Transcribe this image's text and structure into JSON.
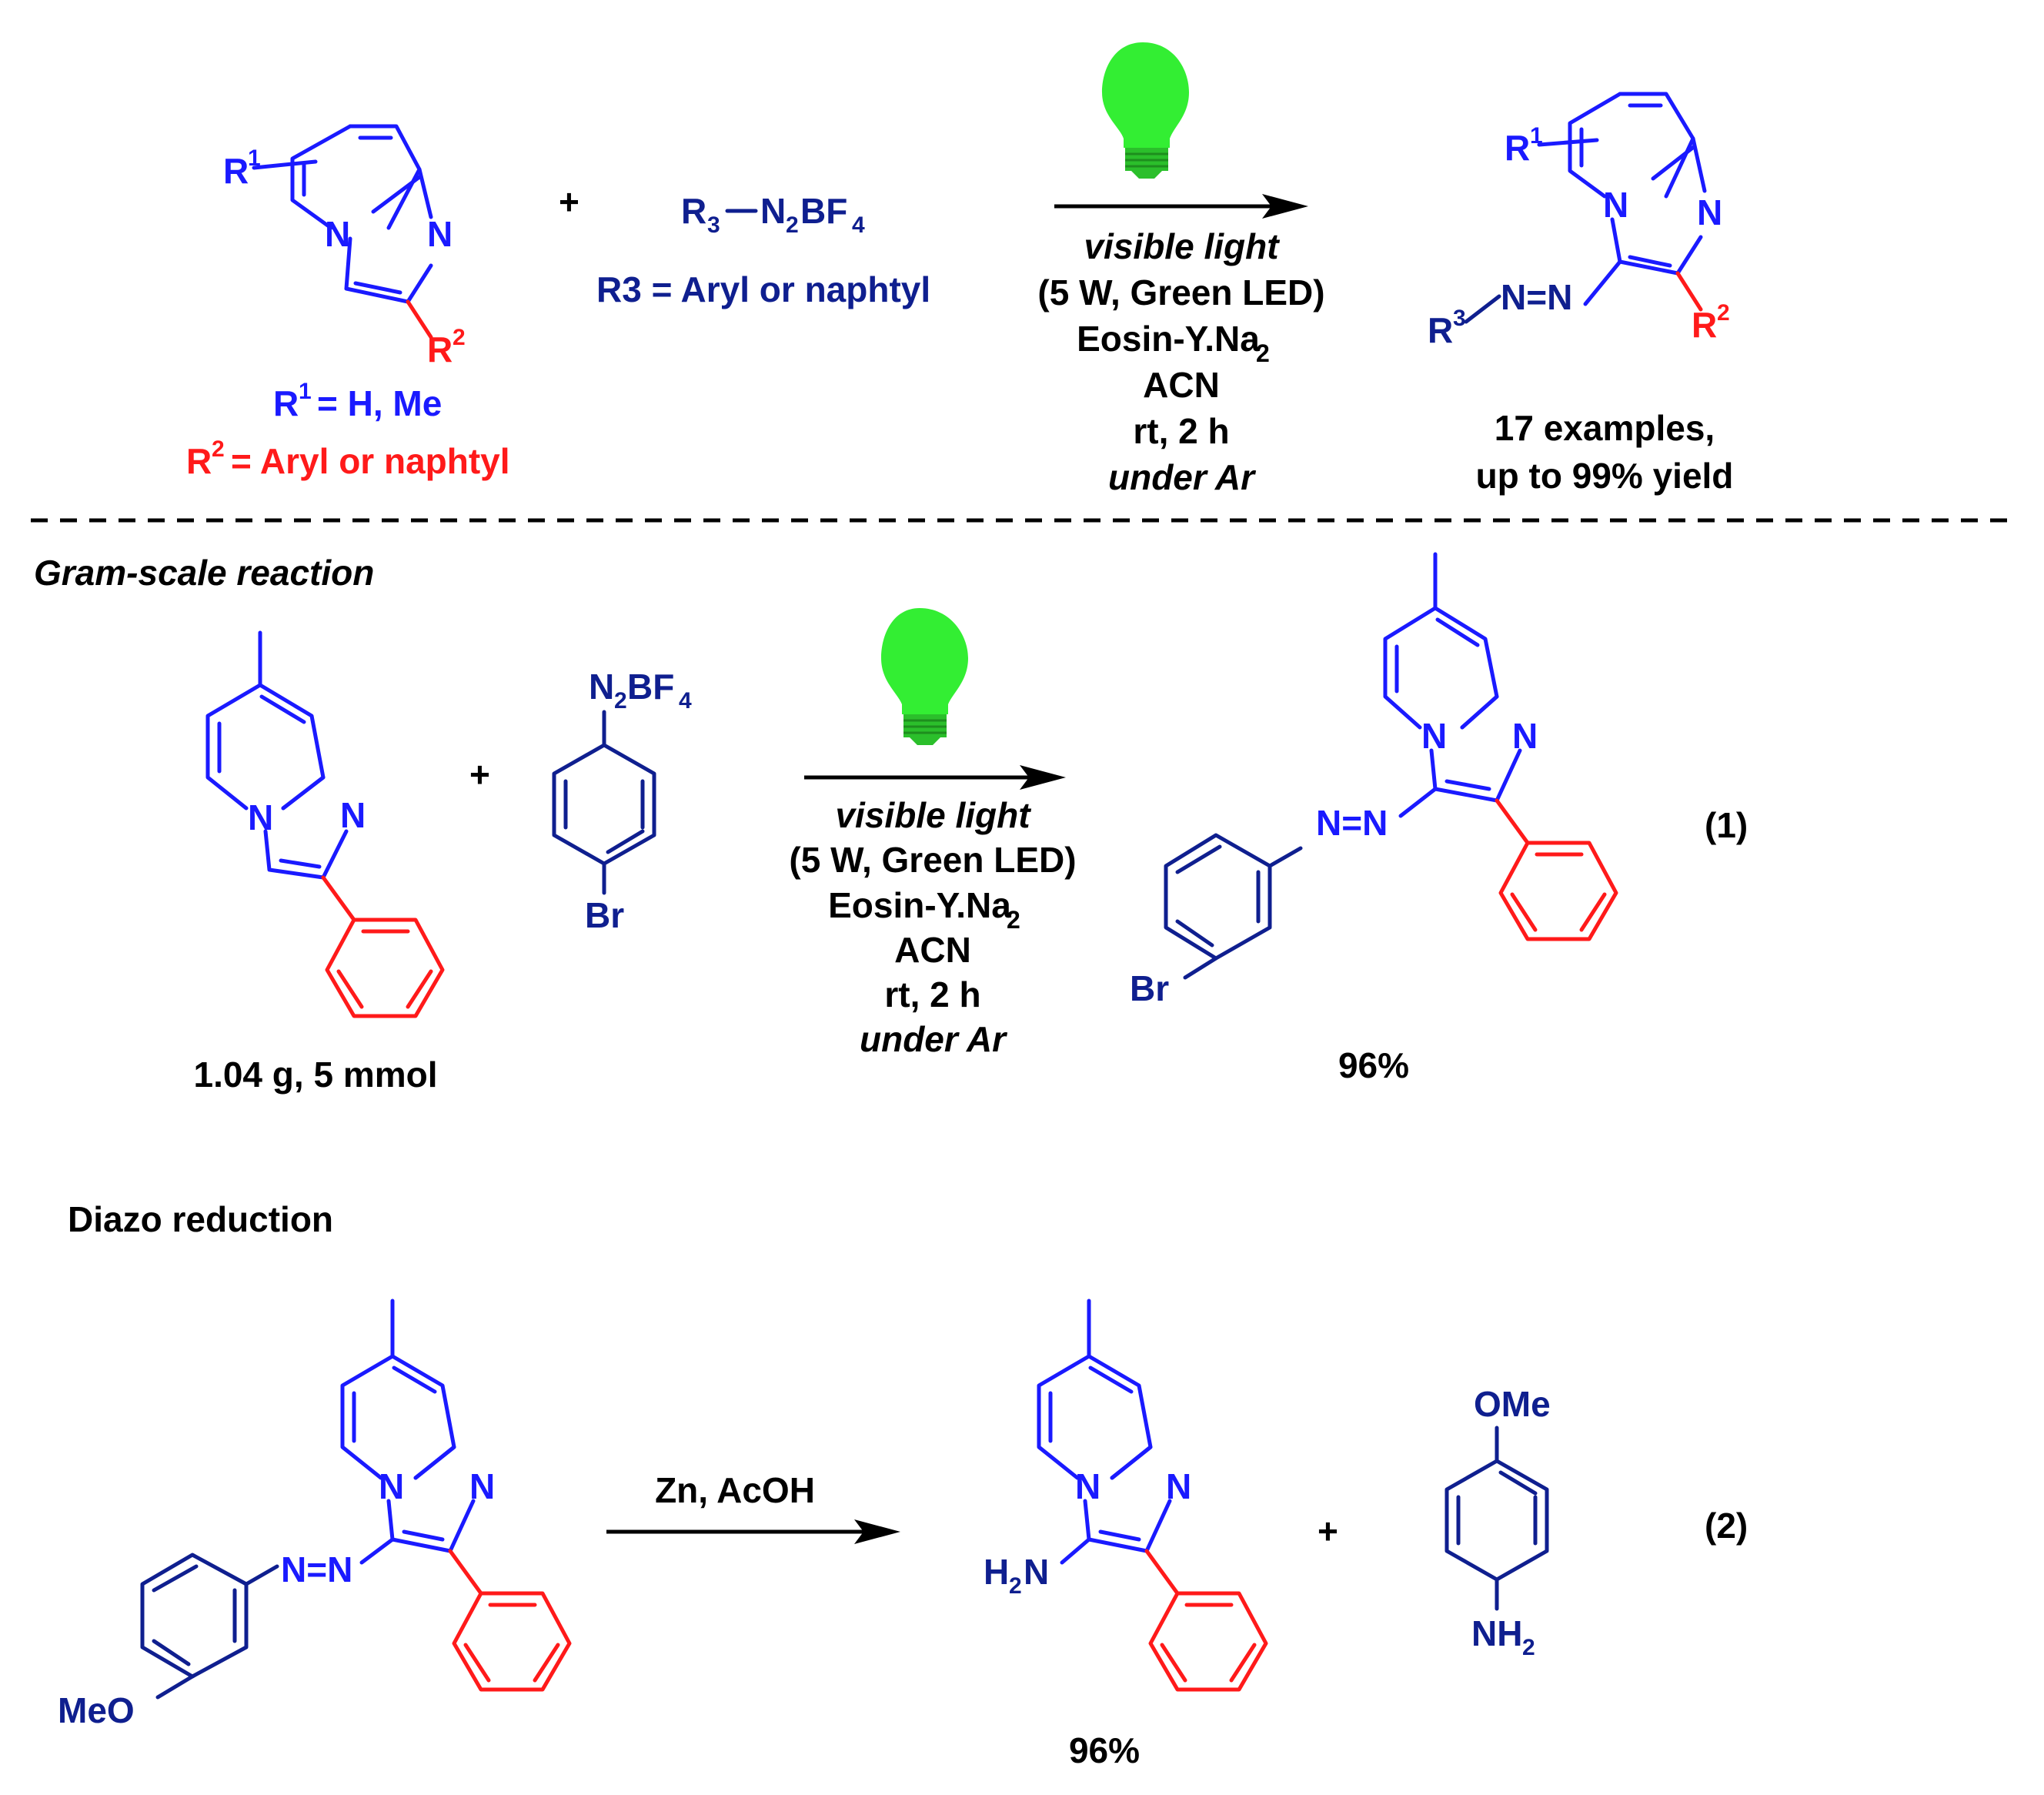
{
  "colors": {
    "blue": "#1a1aff",
    "red": "#ff1a1a",
    "navy": "#0f1f8f",
    "black": "#000000",
    "bulb": "#33ee33",
    "bulb_base": "#2bbf2b"
  },
  "icons": [
    "lightbulb-icon",
    "reaction-arrow-icon"
  ],
  "general": {
    "plus": "+",
    "reagent_r3": "R",
    "reagent_r3_sub": "3",
    "reagent_n2bf4": "N",
    "reagent_n2bf4_sub2": "2",
    "reagent_bf4": "BF",
    "reagent_bf4_sub": "4",
    "r3_definition": "R3 = Aryl or naphtyl",
    "r1_definition": "= H, Me",
    "r2_definition": "= Aryl or naphtyl",
    "r1": "R",
    "r1_sup": "1",
    "r2": "R",
    "r2_sup": "2",
    "r3_product": "R",
    "r3_product_sup": "3",
    "conditions": {
      "line1": "visible light",
      "line2": "(5 W, Green LED)",
      "line3": "Eosin-Y.Na",
      "line3_sub": "2",
      "line4": "ACN",
      "line5": "rt, 2 h",
      "line6": "under Ar"
    },
    "examples": "17 examples,",
    "yield_note": "up to 99% yield"
  },
  "gram_scale": {
    "title": "Gram-scale reaction",
    "scale": "1.04 g, 5 mmol",
    "reagent_top": "N",
    "reagent_top_sub": "2",
    "reagent_top_bf": "BF",
    "reagent_top_bf_sub": "4",
    "reagent_bottom": "Br",
    "product_br": "Br",
    "yield": "96%",
    "eq_label": "(1)"
  },
  "diazo": {
    "title": "Diazo reduction",
    "reagents": "Zn, AcOH",
    "meo": "MeO",
    "ome": "OMe",
    "h2n": "H",
    "h2n_sub": "2",
    "h2n_n": "N",
    "nh2": "NH",
    "nh2_sub": "2",
    "yield": "96%",
    "eq_label": "(2)"
  },
  "atoms": {
    "N": "N",
    "azo": "N=N"
  }
}
